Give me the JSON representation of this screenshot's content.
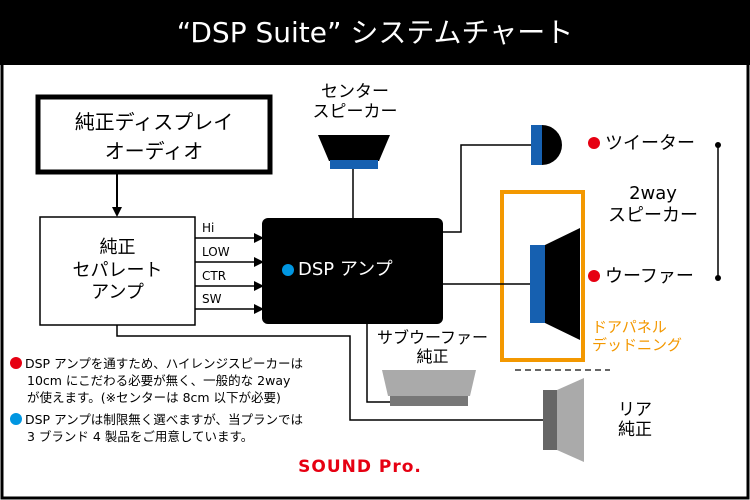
{
  "title": "“DSP Suite” システムチャート",
  "colors": {
    "red": "#e60012",
    "blue": "#0096e1",
    "orange": "#f39800",
    "speaker_blue": "#1660b0"
  },
  "head_unit": {
    "line1": "純正ディスプレイ",
    "line2": "オーディオ"
  },
  "stock_amp": {
    "line1": "純正",
    "line2": "セパレート",
    "line3": "アンプ",
    "channels": [
      "Hi",
      "LOW",
      "CTR",
      "SW"
    ]
  },
  "dsp_amp": {
    "label": "DSP アンプ"
  },
  "center_speaker": {
    "line1": "センター",
    "line2": "スピーカー"
  },
  "tweeter": {
    "label": "ツイーター"
  },
  "woofer": {
    "label": "ウーファー"
  },
  "two_way": {
    "line1": "2way",
    "line2": "スピーカー"
  },
  "door_panel": {
    "line1": "ドアパネル",
    "line2": "デッドニング"
  },
  "subwoofer": {
    "line1": "サブウーファー",
    "line2": "純正"
  },
  "rear": {
    "line1": "リア",
    "line2": "純正"
  },
  "notes": [
    {
      "color": "red",
      "lines": [
        "DSP アンプを通すため、ハイレンジスピーカーは",
        "10cm にこだわる必要が無く、一般的な 2way",
        "が使えます。(※センターは 8cm 以下が必要)"
      ]
    },
    {
      "color": "blue",
      "lines": [
        "DSP アンプは制限無く選べますが、当プランでは",
        "3 ブランド 4 製品をご用意しています。"
      ]
    }
  ],
  "brand": "SOUND Pro."
}
